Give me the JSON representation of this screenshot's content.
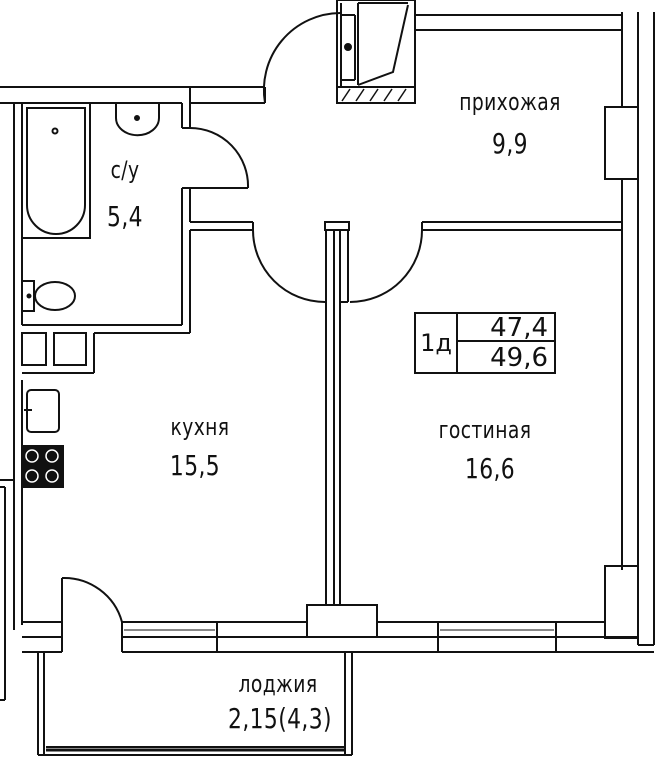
{
  "plan": {
    "apartment_type": "1д",
    "total_area": "47,4",
    "total_area_with_loggia": "49,6",
    "rooms": [
      {
        "id": "hallway",
        "name": "прихожая",
        "area": "9,9"
      },
      {
        "id": "bathroom",
        "name": "с/у",
        "area": "5,4"
      },
      {
        "id": "kitchen",
        "name": "кухня",
        "area": "15,5"
      },
      {
        "id": "living-room",
        "name": "гостиная",
        "area": "16,6"
      },
      {
        "id": "loggia",
        "name": "лоджия",
        "area": "2,15(4,3)"
      }
    ],
    "colors": {
      "line": "#111111",
      "background": "#ffffff"
    }
  }
}
